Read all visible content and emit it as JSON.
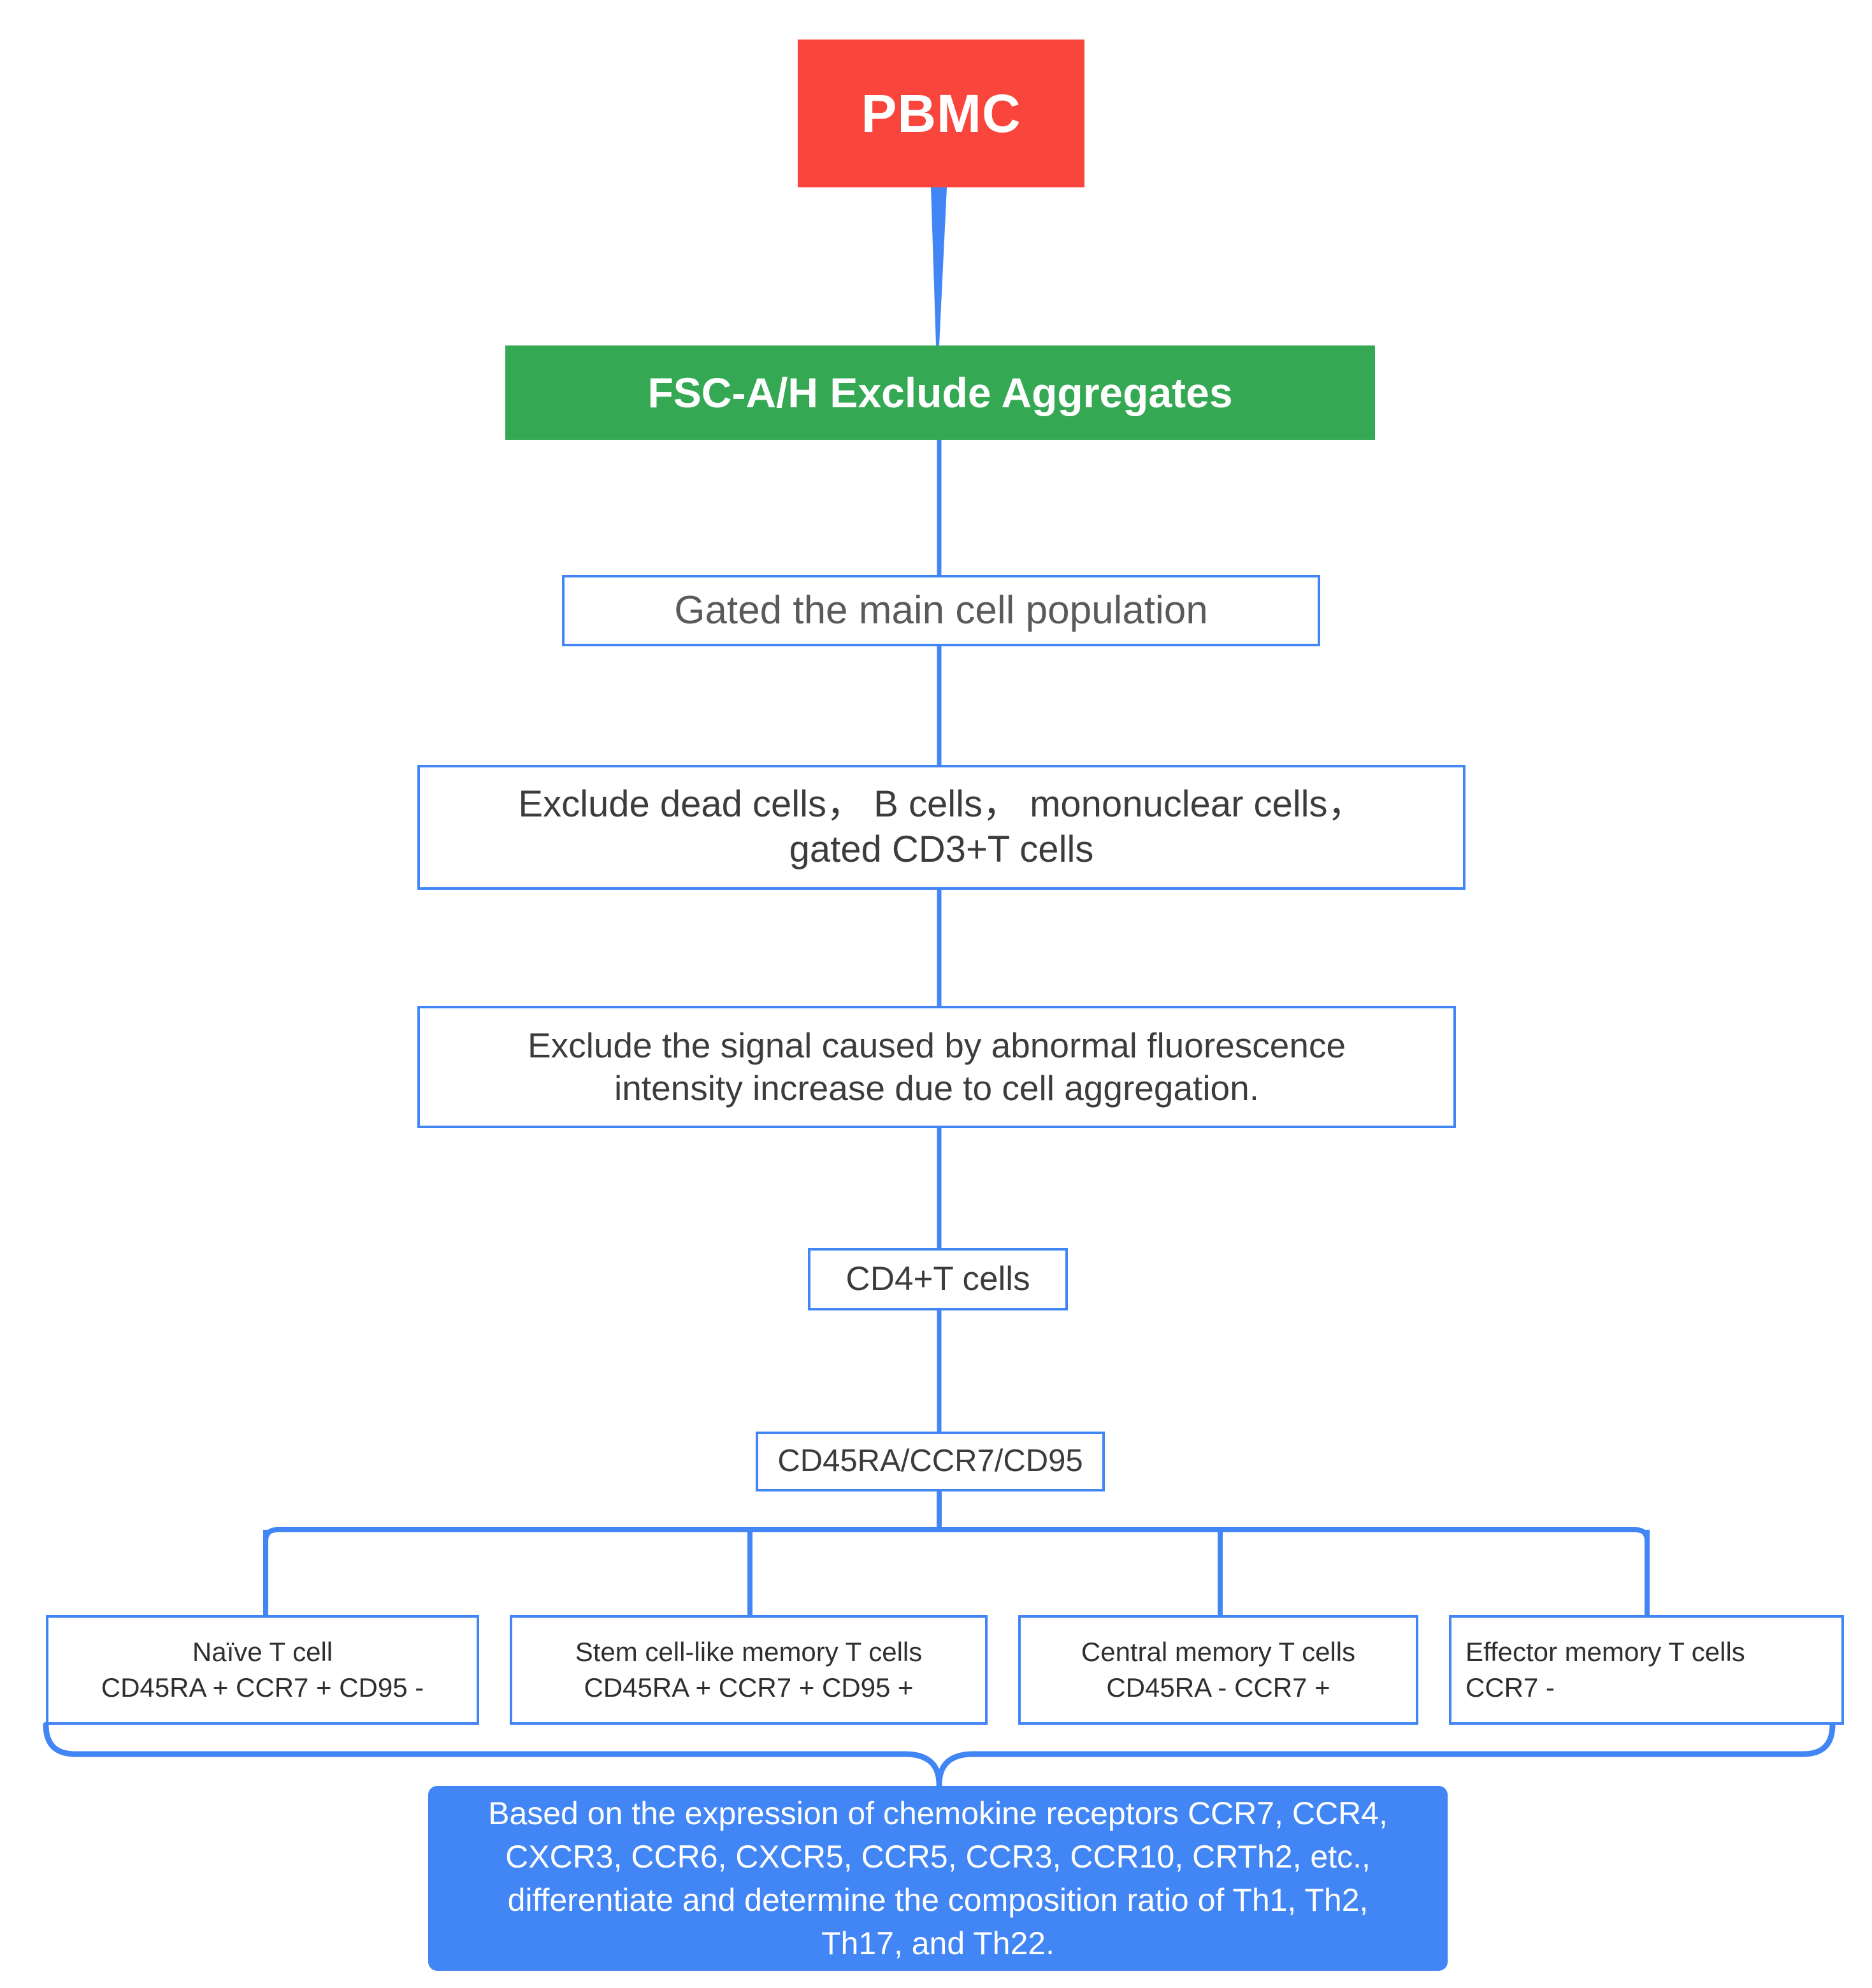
{
  "diagram": {
    "title": "T cell flow cytometry gating strategy flowchart",
    "colors": {
      "red": "#F9453B",
      "green": "#35A853",
      "blue": "#4285F4",
      "connector": "#4285F4",
      "text_gray": "#5a5a5a",
      "text_dark": "#3c3c3c",
      "white": "#ffffff"
    }
  },
  "nodes": {
    "pbmc": {
      "label": "PBMC"
    },
    "fsc": {
      "label": "FSC-A/H Exclude Aggregates"
    },
    "gated_population": {
      "label": "Gated the main cell population"
    },
    "exclude_cells": {
      "line1": "Exclude dead cells， B cells， mononuclear cells，",
      "line2": "gated CD3+T cells"
    },
    "exclude_signal": {
      "line1": "Exclude the signal caused by abnormal fluorescence",
      "line2": "intensity increase due to cell aggregation."
    },
    "cd4": {
      "label": "CD4+T cells"
    },
    "markers": {
      "label": "CD45RA/CCR7/CD95"
    },
    "leaves": [
      {
        "name": "Naïve T cell",
        "phenotype": "CD45RA + CCR7 + CD95 -"
      },
      {
        "name": "Stem cell-like memory T cells",
        "phenotype": "CD45RA + CCR7 + CD95 +"
      },
      {
        "name": "Central memory T cells",
        "phenotype": "CD45RA - CCR7 +"
      },
      {
        "name": "Effector memory T cells",
        "phenotype": "CCR7 -"
      }
    ],
    "conclusion": {
      "line1": "Based on the expression of chemokine receptors CCR7, CCR4,",
      "line2": "CXCR3, CCR6, CXCR5, CCR5, CCR3, CCR10, CRTh2, etc.,",
      "line3": "differentiate and determine the composition ratio of Th1, Th2,",
      "line4": "Th17, and Th22."
    }
  }
}
